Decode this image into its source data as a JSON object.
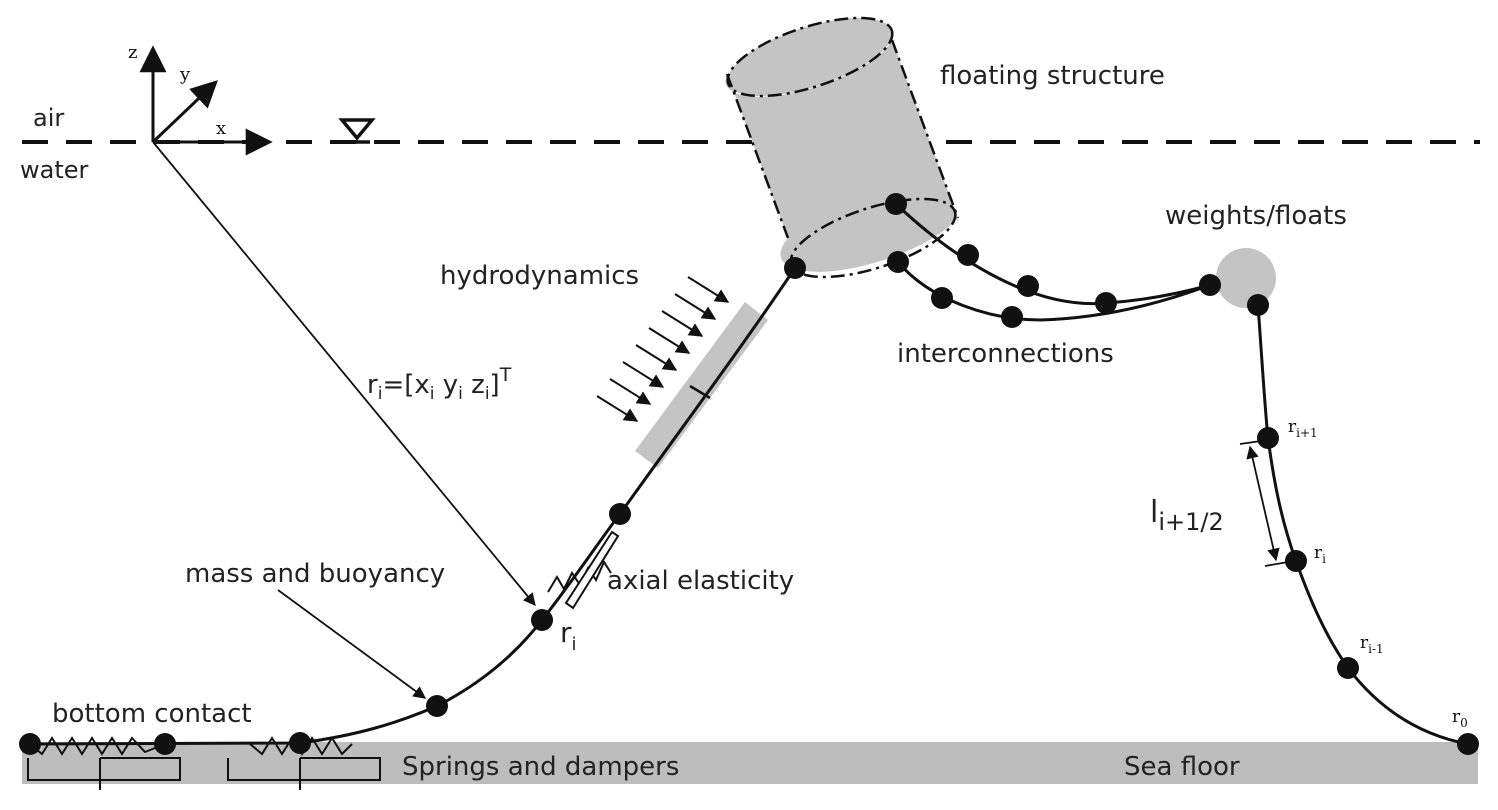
{
  "labels": {
    "air": "air",
    "water": "water",
    "axis_z": "z",
    "axis_y": "y",
    "axis_x": "x",
    "floating_structure": "floating structure",
    "weights_floats": "weights/floats",
    "hydrodynamics": "hydrodynamics",
    "interconnections": "interconnections",
    "position_vector_main": "r",
    "position_vector_sub": "i",
    "position_vector_rest": "=[x",
    "position_vector_eq_y": " y",
    "position_vector_eq_z": " z",
    "position_vector_close": "]",
    "position_vector_T": "T",
    "mass_and_buoyancy": "mass and buoyancy",
    "axial_elasticity": "axial elasticity",
    "node_ri_main": "r",
    "node_ri_sub": "i",
    "bottom_contact": "bottom contact",
    "springs_and_dampers": "Springs and dampers",
    "sea_floor": "Sea floor",
    "segment_length_main": "l",
    "segment_length_sub": "i+1/2",
    "node_r_i_plus_1": "r",
    "node_r_i_plus_1_sub": "i+1",
    "node_r_i": "r",
    "node_r_i_sub": "i",
    "node_r_i_minus_1": "r",
    "node_r_i_minus_1_sub": "i-1",
    "node_r_0": "r",
    "node_r_0_sub": "0"
  },
  "colors": {
    "ink": "#111111",
    "shade": "#c4c4c4",
    "seafloor": "#bdbdbd"
  },
  "icons": [
    "water-surface-triangle-icon",
    "spring-icon",
    "damper-icon",
    "force-arrow-icon"
  ]
}
